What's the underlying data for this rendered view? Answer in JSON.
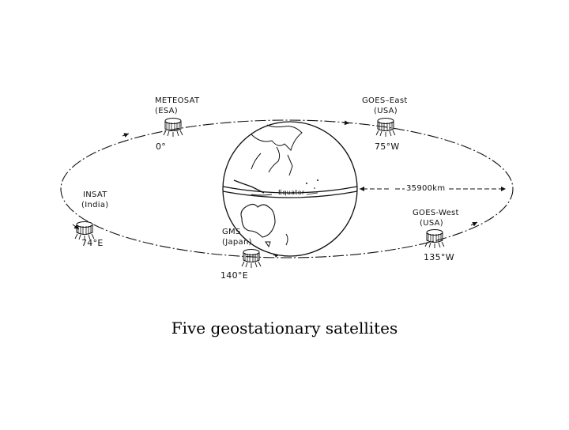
{
  "caption": "Five geostationary satellites",
  "equator_label": "Equator",
  "distance_label": "35900km",
  "satellites": [
    {
      "name": "METEOSAT",
      "agency": "(ESA)",
      "longitude": "0°"
    },
    {
      "name": "GOES–East",
      "agency": "(USA)",
      "longitude": "75°W"
    },
    {
      "name": "INSAT",
      "agency": "(India)",
      "longitude": "74°E"
    },
    {
      "name": "GOES-West",
      "agency": "(USA)",
      "longitude": "135°W"
    },
    {
      "name": "GMS",
      "agency": "(Japan)",
      "longitude": "140°E"
    }
  ]
}
